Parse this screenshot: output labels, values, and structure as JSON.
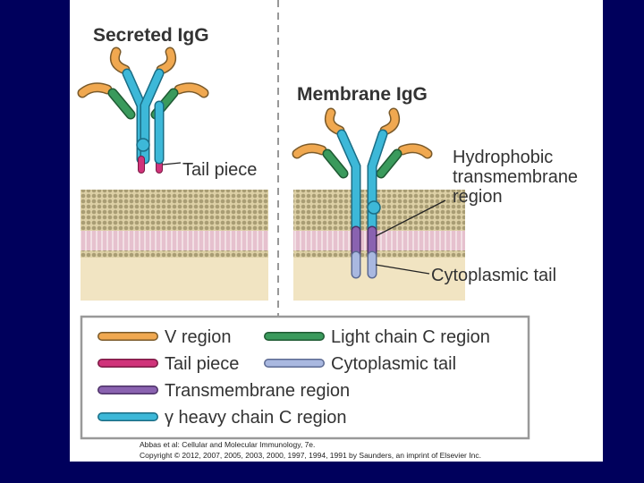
{
  "titles": {
    "secreted": "Secreted IgG",
    "membrane": "Membrane IgG"
  },
  "labels": {
    "tail_piece": "Tail piece",
    "hydrophobic_1": "Hydrophobic",
    "hydrophobic_2": "transmembrane",
    "hydrophobic_3": "region",
    "cytoplasmic": "Cytoplasmic tail"
  },
  "legend": {
    "v_region": "V region",
    "light_chain": "Light chain C region",
    "tail_piece": "Tail piece",
    "cytoplasmic": "Cytoplasmic tail",
    "transmembrane": "Transmembrane region",
    "heavy_chain": "γ heavy chain C region"
  },
  "citation": {
    "line1": "Abbas et al: Cellular and Molecular Immunology, 7e.",
    "line2": "Copyright © 2012, 2007, 2005, 2003, 2000, 1997, 1994, 1991 by Saunders, an imprint of Elsevier Inc."
  },
  "colors": {
    "v_region": "#f0a850",
    "light_chain": "#3a9a5c",
    "tail_piece": "#d0337a",
    "cytoplasmic": "#a9b8e0",
    "transmembrane": "#8a62b0",
    "heavy_chain": "#3db8d8",
    "membrane_bg": "#f1e4c2",
    "lipid_head": "#b9ae84",
    "lipid_tail": "#e8b8c8",
    "slide_bg": "#00005c"
  }
}
